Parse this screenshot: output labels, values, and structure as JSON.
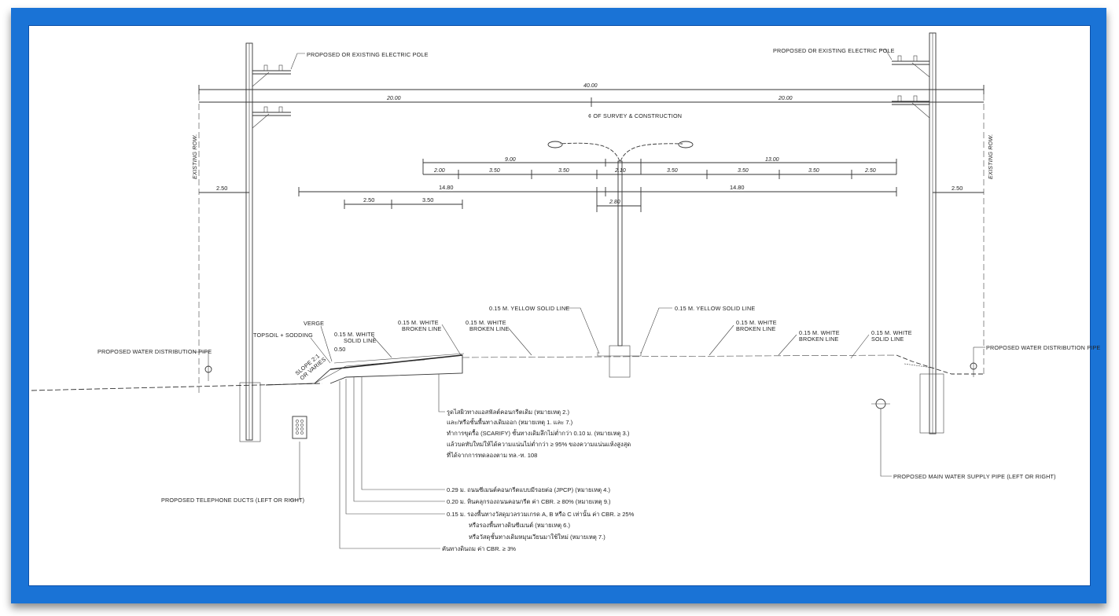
{
  "labels": {
    "pole_left": "PROPOSED OR EXISTING ELECTRIC POLE",
    "pole_right": "PROPOSED OR EXISTING ELECTRIC POLE",
    "centerline": "¢ OF SURVEY & CONSTRUCTION",
    "existing_row_left": "EXISTING ROW.",
    "existing_row_right": "EXISTING ROW.",
    "verge": "VERGE",
    "topsoil": "TOPSOIL + SODDING",
    "slope_1": "SLOPE 2:1",
    "slope_2": "OR VARIES",
    "side_050": "0.50",
    "yellow_left": "0.15 M. YELLOW SOLID LINE",
    "yellow_right": "0.15 M. YELLOW SOLID LINE",
    "white_solid_left_1": "0.15 M. WHITE",
    "white_solid_left_2": "SOLID LINE",
    "white_broken_left_a1": "0.15 M. WHITE",
    "white_broken_left_a2": "BROKEN LINE",
    "white_broken_left_b1": "0.15 M. WHITE",
    "white_broken_left_b2": "BROKEN LINE",
    "white_broken_right_a1": "0.15 M. WHITE",
    "white_broken_right_a2": "BROKEN LINE",
    "white_broken_right_b1": "0.15 M. WHITE",
    "white_broken_right_b2": "BROKEN LINE",
    "white_solid_right_1": "0.15 M. WHITE",
    "white_solid_right_2": "SOLID LINE",
    "water_left": "PROPOSED WATER DISTRIBUTION PIPE",
    "water_right": "PROPOSED WATER DISTRIBUTION PIPE",
    "telephone": "PROPOSED TELEPHONE DUCTS (LEFT OR RIGHT)",
    "main_water": "PROPOSED MAIN WATER SUPPLY PIPE (LEFT OR RIGHT)"
  },
  "dims": {
    "total": "40.00",
    "half_left": "20.00",
    "half_right": "20.00",
    "d_900": "9.00",
    "d_1300": "13.00",
    "lane_left": [
      "2.00",
      "3.50",
      "3.50",
      "2.10"
    ],
    "lane_right": [
      "3.50",
      "3.50",
      "3.50",
      "2.50"
    ],
    "carriage_left": "14.80",
    "carriage_right": "14.80",
    "swk_250": "2.50",
    "swk_350": "3.50",
    "median": "2.80",
    "row_left": "2.50",
    "row_right": "2.50"
  },
  "notes_top": [
    "รูดไสผิวทางแอสฟัลต์คอนกรีตเดิม (หมายเหตุ 2.)",
    "และ/หรือชั้นพื้นทางเดิมออก (หมายเหตุ 1. และ 7.)",
    "ทำการขุดรื้อ (SCARIFY) ชั้นทางเดิมลึกไม่ต่ำกว่า 0.10 ม. (หมายเหตุ 3.)",
    "แล้วบดทับใหม่ให้ได้ความแน่นไม่ต่ำกว่า ≥ 95% ของความแน่นแห้งสูงสุด",
    "ที่ได้จากการทดลองตาม ทล.-ท. 108"
  ],
  "notes_layers": [
    "0.29 ม. ถนนซีเมนต์คอนกรีตแบบมีรอยต่อ (JPCP) (หมายเหตุ 4.)",
    "0.20 ม. หินคลุกรองถนนคอนกรีต ค่า CBR. ≥ 80% (หมายเหตุ 9.)",
    "0.15 ม. รองพื้นทางวัสดุมวลรวมเกรด A, B หรือ C เท่านั้น ค่า CBR. ≥ 25%",
    "หรือรองพื้นทางดินซีเมนต์ (หมายเหตุ 6.)",
    "หรือวัสดุชั้นทางเดิมหมุนเวียนมาใช้ใหม่ (หมายเหตุ 7.)",
    "คันทางดินถม ค่า CBR. ≥ 3%"
  ],
  "colors": {
    "frame": "#1a73d6",
    "ink": "#222222"
  }
}
